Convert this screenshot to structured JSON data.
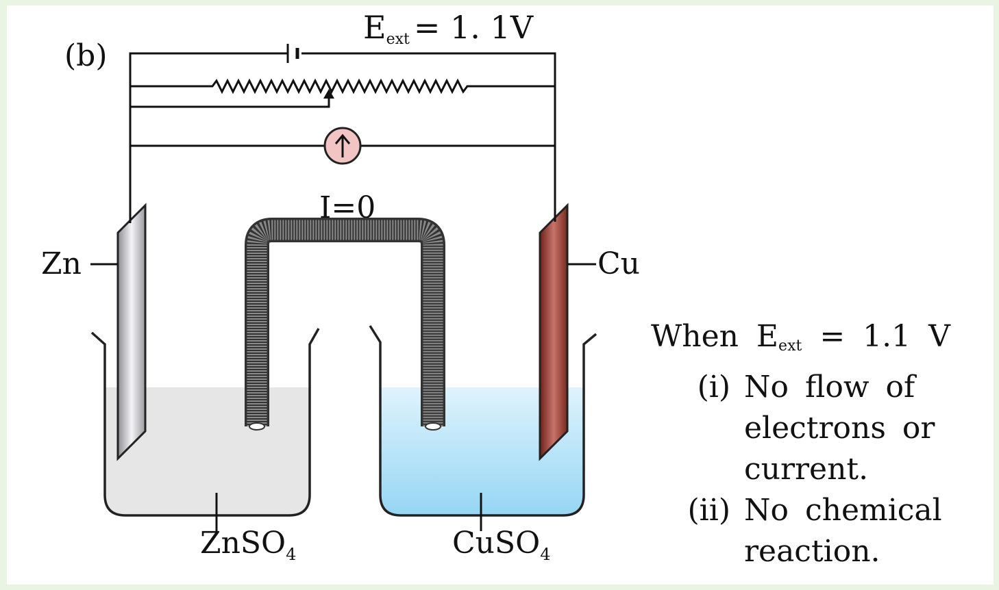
{
  "figure": {
    "part_label": "(b)",
    "voltage_label": {
      "symbol": "E",
      "subscript": "ext",
      "value": "= 1. 1V"
    },
    "current_label": "I=0",
    "left_electrode": "Zn",
    "right_electrode": "Cu",
    "left_solution": {
      "formula": "ZnSO",
      "subscript": "4"
    },
    "right_solution": {
      "formula": "CuSO",
      "subscript": "4"
    }
  },
  "note": {
    "heading": {
      "prefix": "When E",
      "subscript": "ext",
      "suffix": "= 1.1 V"
    },
    "items": [
      {
        "num": "(i)",
        "lines": [
          "No flow of",
          "electrons or",
          "current."
        ]
      },
      {
        "num": "(ii)",
        "lines": [
          "No chemical",
          "reaction."
        ]
      }
    ]
  },
  "colors": {
    "background": "#e9f4e3",
    "zinc_solution": "#e6e6e6",
    "copper_solution": "#a8dcf5",
    "copper_plate": "#a0473c",
    "zinc_plate": "#c8c8cc",
    "salt_bridge": "#8a8a8a",
    "ammeter": "#f3c4c4"
  }
}
